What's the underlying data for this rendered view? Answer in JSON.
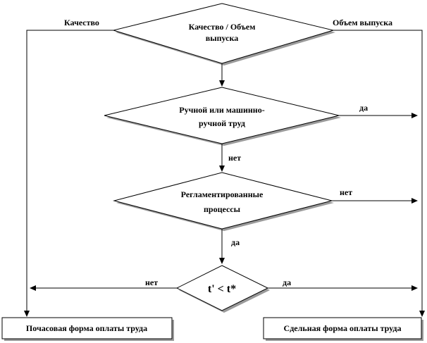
{
  "diagram": {
    "decision_main": {
      "line1": "Качество / Объем",
      "line2": "выпуска"
    },
    "branch_left_label": "Качество",
    "branch_right_label": "Объем выпуска",
    "decision_labor": {
      "line1": "Ручной или машинно-",
      "line2": "ручной труд"
    },
    "labor_yes_label": "да",
    "labor_no_label": "нет",
    "decision_regulated": {
      "line1": "Регламентированные",
      "line2": "процессы"
    },
    "regulated_no_label": "нет",
    "regulated_yes_label": "да",
    "decision_time": {
      "formula": "t' < t*"
    },
    "time_no_label": "нет",
    "time_yes_label": "да",
    "result_hourly": "Почасовая форма оплаты труда",
    "result_piecework": "Сдельная форма оплаты труда",
    "colors": {
      "stroke": "#000000",
      "fill": "#ffffff",
      "shadow": "#9a9a9a"
    }
  }
}
